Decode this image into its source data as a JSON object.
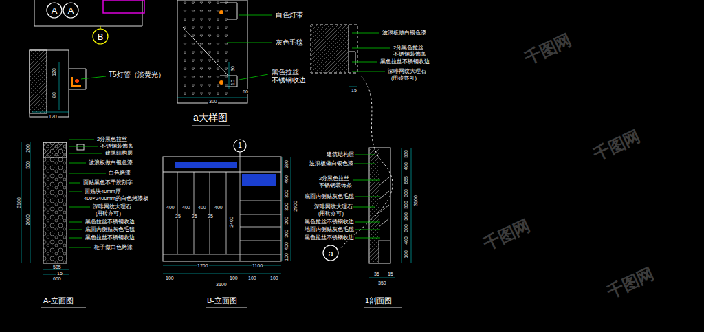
{
  "diagram": {
    "nodes": [
      {
        "text": [
          "A"
        ]
      },
      {
        "text": [
          "A"
        ]
      },
      {
        "text": [
          "B"
        ]
      },
      {
        "text": [
          "1"
        ]
      },
      {
        "text": [
          "a"
        ]
      }
    ],
    "labels": [
      "T5灯管（淡黄光）",
      "120",
      "80",
      "120",
      "白色灯带",
      "灰色毛毯",
      "黑色拉丝",
      "不锈钢收边",
      "30",
      "10",
      "60",
      "300",
      "a大样图",
      "波浪板做白银色漆",
      "2分黑色拉丝",
      "不锈钢装饰条",
      "黑色拉丝不锈钢收边",
      "深啡网纹大理石",
      "(用砖亦可)",
      "15",
      "2分黑色拉丝",
      "不锈钢装饰条",
      "建筑结构层",
      "波浪板做白银色漆",
      "白色烤漆",
      "面贴黑色不干胶刻字",
      "面贴块40mm厚",
      "400×2400mm的白色烤漆板",
      "深啡网纹大理石",
      "(用砖亦可)",
      "黑色拉丝不锈钢收边",
      "底面内侧贴灰色毛毯",
      "黑色拉丝不锈钢收边",
      "柜子做白色烤漆",
      "200",
      "500",
      "3100",
      "2600",
      "585",
      "15",
      "600",
      "A-立面图",
      "400",
      "400",
      "400",
      "400",
      "25",
      "25",
      "25",
      "1700",
      "1100",
      "100",
      "100",
      "100",
      "100",
      "3100",
      "2400",
      "B-立面图",
      "380",
      "460",
      "300",
      "300",
      "300",
      "300",
      "400",
      "100",
      "2900",
      "建筑结构层",
      "波浪板做白银色漆",
      "2分黑色拉丝",
      "不锈钢装饰条",
      "底面内侧贴灰色毛毯",
      "深啡网纹大理石",
      "(用砖亦可)",
      "黑色拉丝不锈钢收边",
      "地面内侧贴灰色毛毯",
      "黑色拉丝不锈钢收边",
      "380",
      "400",
      "655",
      "300",
      "300",
      "300",
      "300",
      "400",
      "100",
      "3100",
      "35",
      "15",
      "350",
      "1剖面图",
      "千图网",
      "千图网",
      "千图网",
      "千图网"
    ]
  }
}
